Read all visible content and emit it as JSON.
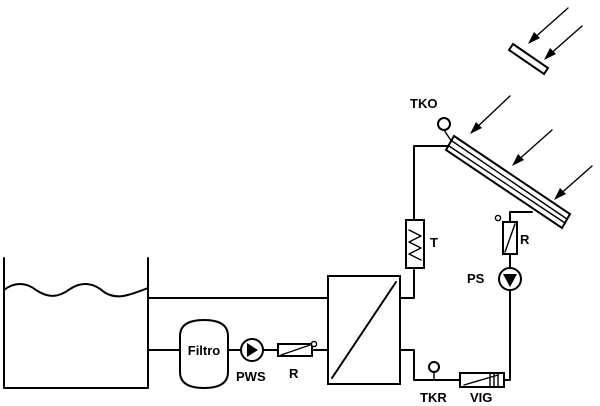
{
  "labels": {
    "filter": "Filtro",
    "pool_pump": "PWS",
    "pool_valve": "R",
    "heat_exchanger_sensor": "TKR",
    "expansion_vessel": "VIG",
    "collector_sensor": "TKO",
    "thermometer": "T",
    "solar_valve": "R",
    "solar_pump": "PS"
  }
}
